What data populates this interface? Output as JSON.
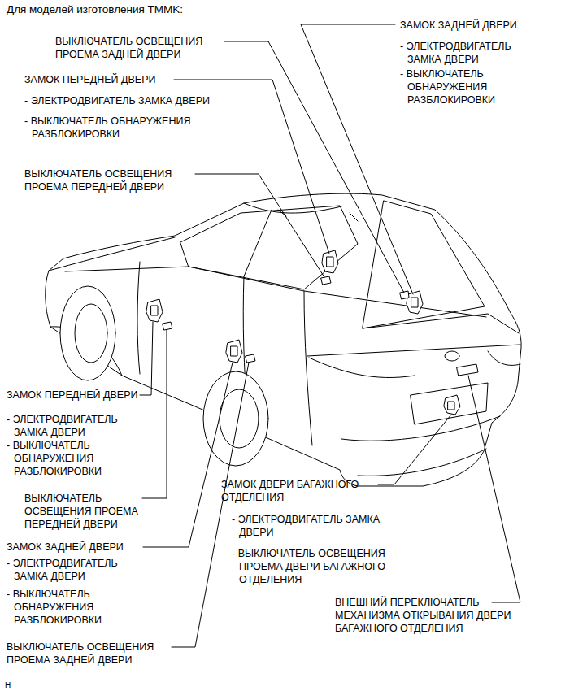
{
  "diagram": {
    "title": "Для моделей изготовления TMMK:",
    "labels": [
      "ВЫКЛЮЧАТЕЛЬ ОСВЕЩЕНИЯ ПРОЕМА ЗАДНЕЙ ДВЕРИ",
      "ЗАМОК ПЕРЕДНЕЙ ДВЕРИ",
      "- ЭЛЕКТРОДВИГАТЕЛЬ ЗАМКА ДВЕРИ",
      "- ВЫКЛЮЧАТЕЛЬ ОБНАРУЖЕНИЯ РАЗБЛОКИРОВКИ",
      "ВЫКЛЮЧАТЕЛЬ ОСВЕЩЕНИЯ ПРОЕМА ПЕРЕДНЕЙ ДВЕРИ",
      "ЗАМОК ЗАДНЕЙ ДВЕРИ",
      "- ЭЛЕКТРОДВИГАТЕЛЬ ЗАМКА ДВЕРИ",
      "- ВЫКЛЮЧАТЕЛЬ ОБНАРУЖЕНИЯ РАЗБЛОКИРОВКИ",
      "ЗАМОК ПЕРЕДНЕЙ ДВЕРИ",
      "- ЭЛЕКТРОДВИГАТЕЛЬ ЗАМКА ДВЕРИ",
      "- ВЫКЛЮЧАТЕЛЬ ОБНАРУЖЕНИЯ РАЗБЛОКИРОВКИ",
      "ВЫКЛЮЧАТЕЛЬ ОСВЕЩЕНИЯ ПРОЕМА ПЕРЕДНЕЙ ДВЕРИ",
      "ЗАМОК ЗАДНЕЙ ДВЕРИ",
      "- ЭЛЕКТРОДВИГАТЕЛЬ ЗАМКА ДВЕРИ",
      "- ВЫКЛЮЧАТЕЛЬ ОБНАРУЖЕНИЯ РАЗБЛОКИРОВКИ",
      "ВЫКЛЮЧАТЕЛЬ ОСВЕЩЕНИЯ ПРОЕМА ЗАДНЕЙ ДВЕРИ",
      "ЗАМОК ДВЕРИ БАГАЖНОГО ОТДЕЛЕНИЯ",
      "- ЭЛЕКТРОДВИГАТЕЛЬ ЗАМКА ДВЕРИ",
      "- ВЫКЛЮЧАТЕЛЬ ОСВЕЩЕНИЯ ПРОЕМА ДВЕРИ БАГАЖНОГО ОТДЕЛЕНИЯ",
      "ВНЕШНИЙ ПЕРЕКЛЮЧАТЕЛЬ МЕХАНИЗМА ОТКРЫВАНИЯ ДВЕРИ БАГАЖНОГО ОТДЕЛЕНИЯ",
      "H"
    ]
  }
}
